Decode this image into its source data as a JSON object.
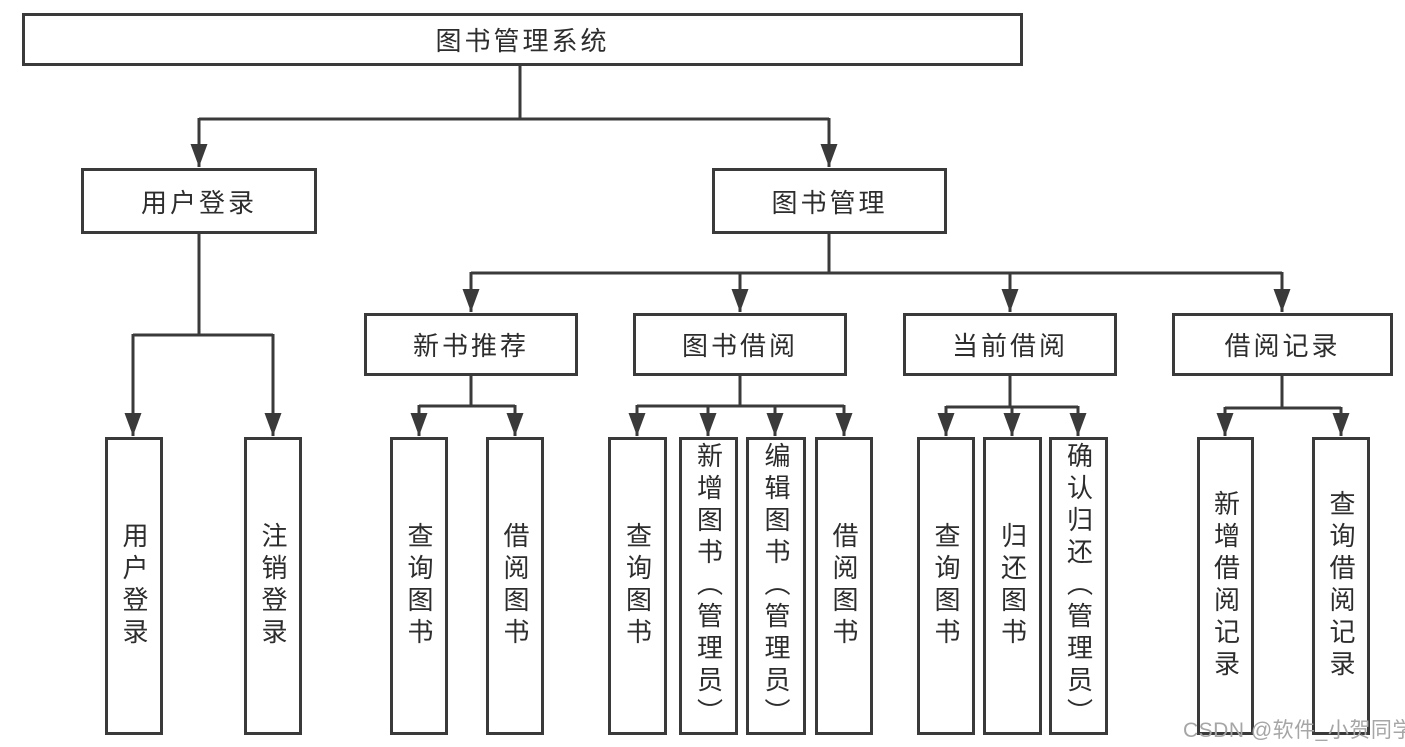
{
  "diagram": {
    "tree": {
      "root": {
        "label": "图书管理系统"
      },
      "branches": [
        {
          "label": "用户登录",
          "children": [
            {
              "label": "用户登录"
            },
            {
              "label": "注销登录"
            }
          ]
        },
        {
          "label": "图书管理",
          "children": [
            {
              "label": "新书推荐",
              "children": [
                {
                  "label": "查询图书"
                },
                {
                  "label": "借阅图书"
                }
              ]
            },
            {
              "label": "图书借阅",
              "children": [
                {
                  "label": "查询图书"
                },
                {
                  "label": "新增图书（管理员）"
                },
                {
                  "label": "编辑图书（管理员）"
                },
                {
                  "label": "借阅图书"
                }
              ]
            },
            {
              "label": "当前借阅",
              "children": [
                {
                  "label": "查询图书"
                },
                {
                  "label": "归还图书"
                },
                {
                  "label": "确认归还（管理员）"
                }
              ]
            },
            {
              "label": "借阅记录",
              "children": [
                {
                  "label": "新增借阅记录"
                },
                {
                  "label": "查询借阅记录"
                }
              ]
            }
          ]
        }
      ]
    },
    "colors": {
      "line": "#3a3a3a",
      "box_background": "#ffffff",
      "text": "#2d2d2d",
      "watermark": "#a6a6a6"
    }
  },
  "watermark": {
    "text": "CSDN @软件_小贺同学"
  }
}
